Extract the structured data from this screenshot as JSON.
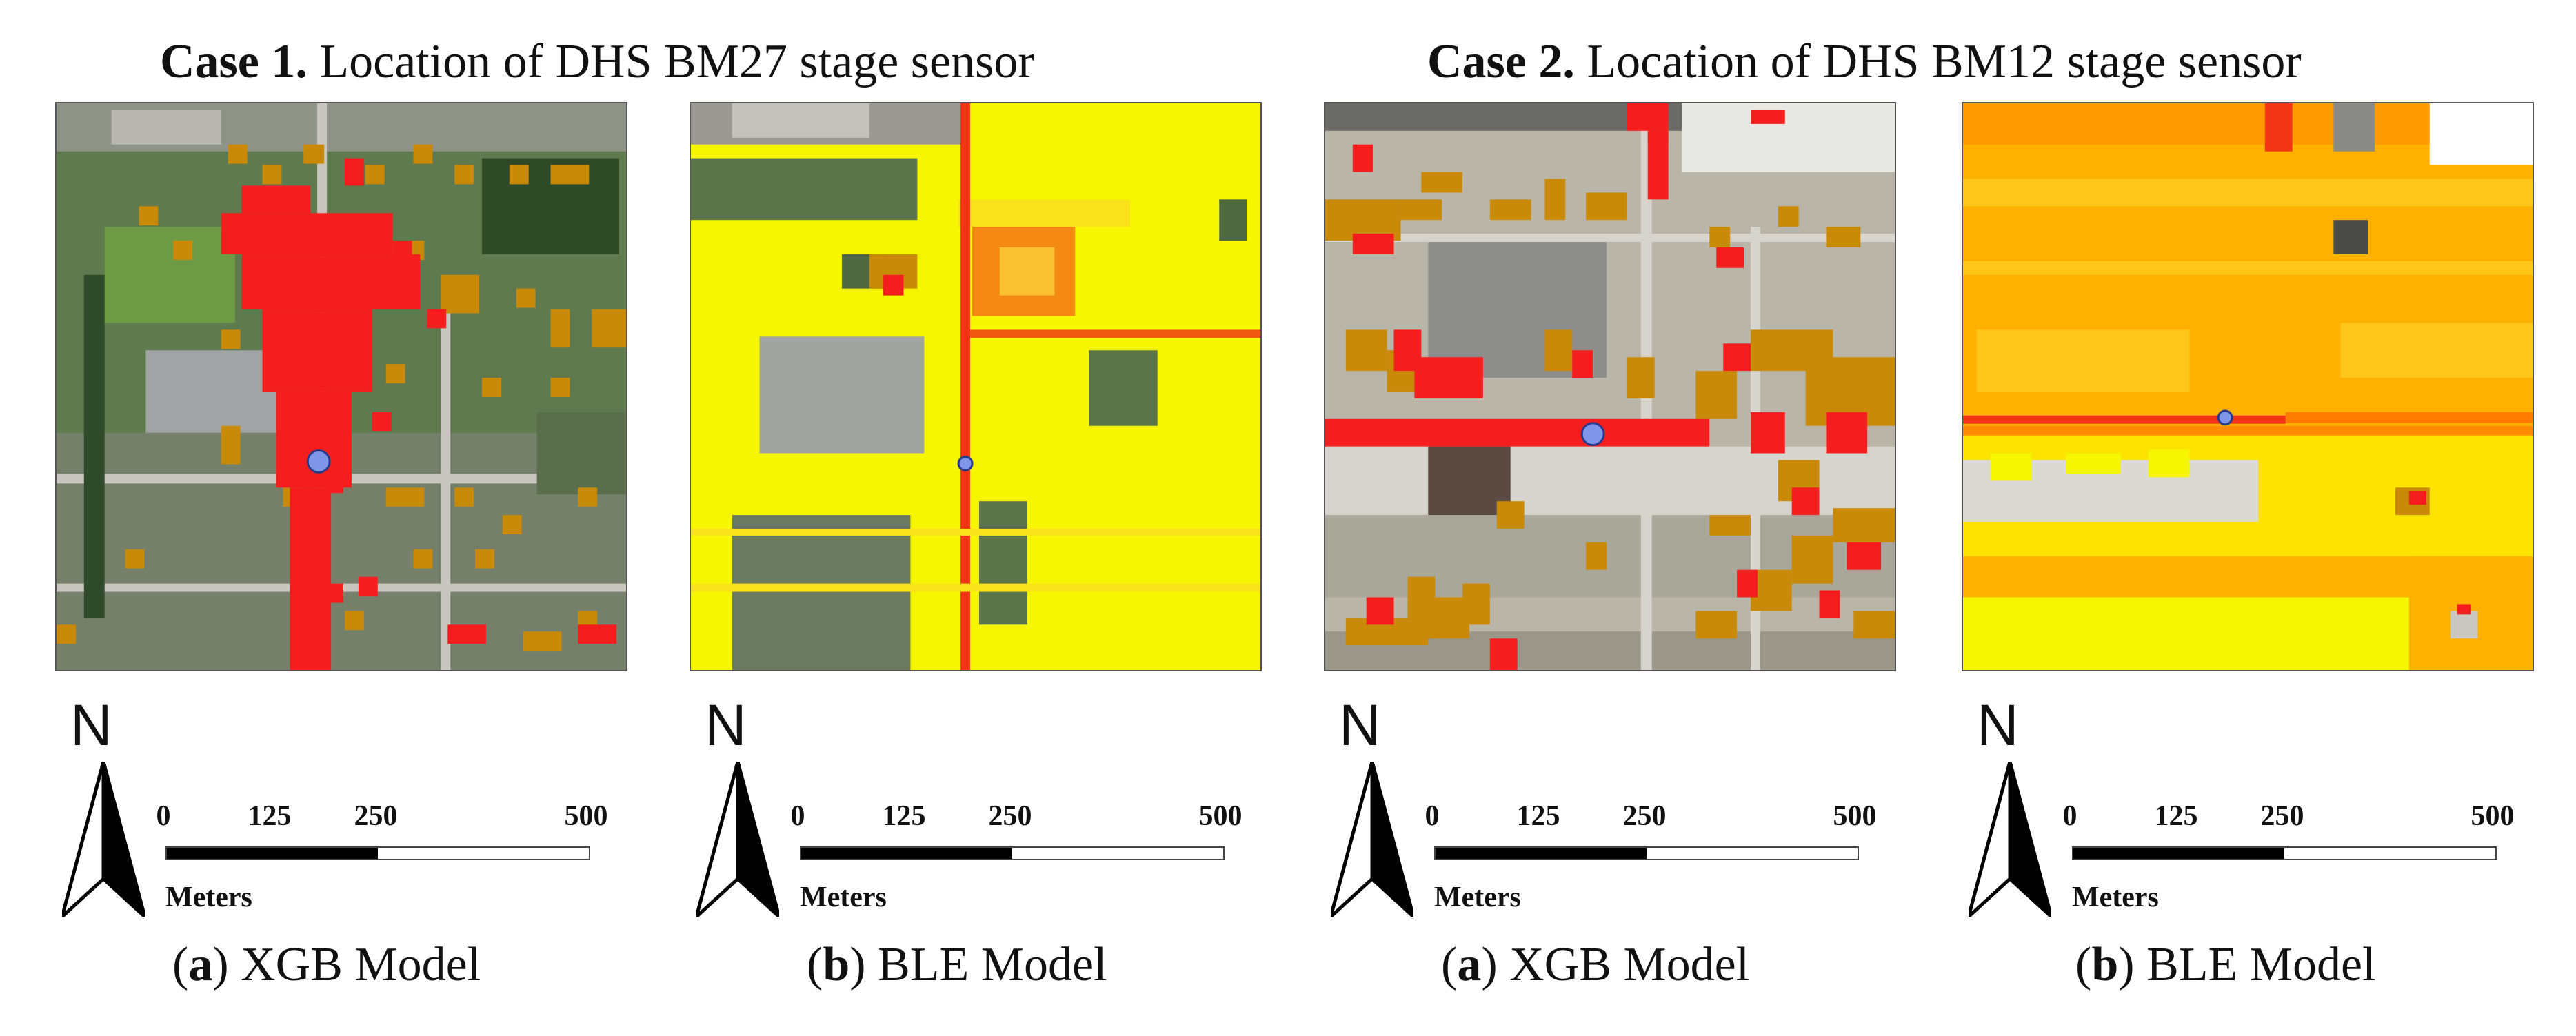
{
  "cases": [
    {
      "label": "Case 1.",
      "title": "Location of DHS BM27 stage sensor"
    },
    {
      "label": "Case 2.",
      "title": "Location of DHS BM12 stage sensor"
    }
  ],
  "panels": [
    {
      "letter": "a",
      "name": "XGB Model"
    },
    {
      "letter": "b",
      "name": "BLE Model"
    },
    {
      "letter": "a",
      "name": "XGB Model"
    },
    {
      "letter": "b",
      "name": "BLE Model"
    }
  ],
  "north_label": "N",
  "scale": {
    "ticks": [
      "0",
      "125",
      "250",
      "500"
    ],
    "unit": "Meters"
  },
  "colors": {
    "high_flood": "#f51e1e",
    "moderate_flood": "#c98a0a",
    "ble_low": "#ffff00",
    "ble_mid": "#ffb000",
    "ble_high": "#ff3a10",
    "sensor": "#7f95e8"
  }
}
